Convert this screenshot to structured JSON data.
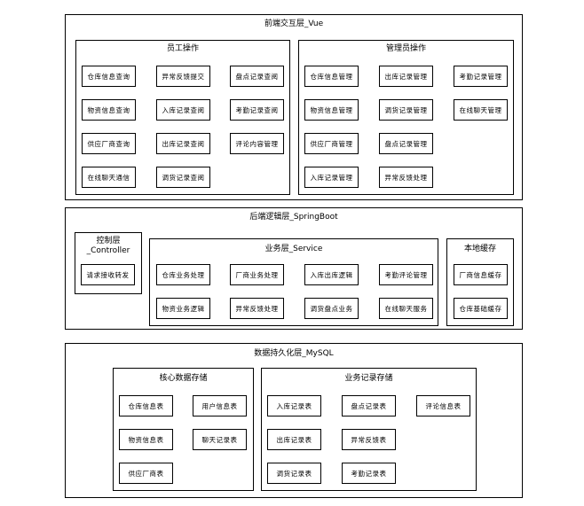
{
  "frontend": {
    "title": "前端交互层_Vue",
    "employee": {
      "title": "员工操作",
      "items": [
        "仓库信息查询",
        "异常反馈提交",
        "盘点记录查阅",
        "物资信息查询",
        "入库记录查阅",
        "考勤记录查阅",
        "供应厂商查询",
        "出库记录查阅",
        "评论内容管理",
        "在线聊天通信",
        "调货记录查阅"
      ]
    },
    "admin": {
      "title": "管理员操作",
      "items": [
        "仓库信息管理",
        "出库记录管理",
        "考勤记录管理",
        "物资信息管理",
        "调货记录管理",
        "在线聊天管理",
        "供应厂商管理",
        "盘点记录管理",
        "入库记录管理",
        "异常反馈处理"
      ]
    }
  },
  "backend": {
    "title": "后端逻辑层_SpringBoot",
    "controller": {
      "title": "控制层\n_Controller",
      "items": [
        "请求接收转发"
      ]
    },
    "service": {
      "title": "业务层_Service",
      "items": [
        "仓库业务处理",
        "厂商业务处理",
        "入库出库逻辑",
        "考勤评论管理",
        "物资业务逻辑",
        "异常反馈处理",
        "调货盘点业务",
        "在线聊天服务"
      ]
    },
    "cache": {
      "title": "本地缓存",
      "items": [
        "厂商信息缓存",
        "仓库基础缓存"
      ]
    }
  },
  "persistence": {
    "title": "数据持久化层_MySQL",
    "core": {
      "title": "核心数据存储",
      "items": [
        "仓库信息表",
        "用户信息表",
        "物资信息表",
        "聊天记录表",
        "供应厂商表"
      ]
    },
    "records": {
      "title": "业务记录存储",
      "items": [
        "入库记录表",
        "盘点记录表",
        "评论信息表",
        "出库记录表",
        "异常反馈表",
        "调货记录表",
        "考勤记录表"
      ]
    }
  }
}
